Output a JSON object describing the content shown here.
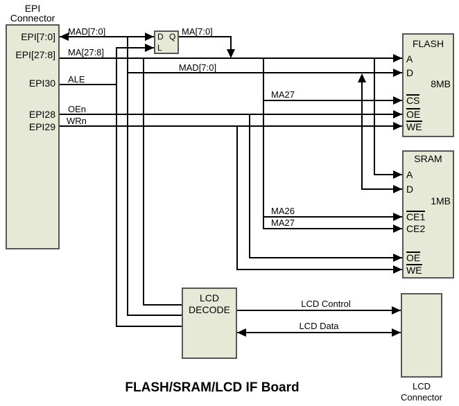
{
  "title": "FLASH/SRAM/LCD IF Board",
  "colors": {
    "box_fill": "#e6e9d6",
    "box_border": "#565656",
    "line": "#000000"
  },
  "epi": {
    "header_line1": "EPI",
    "header_line2": "Connector",
    "pins": {
      "p0": "EPI[7:0]",
      "p1": "EPI[27:8]",
      "p2": "EPI30",
      "p3": "EPI28",
      "p4": "EPI29"
    }
  },
  "latch": {
    "d": "D",
    "q": "Q",
    "l": "L"
  },
  "flash": {
    "title": "FLASH",
    "size": "8MB",
    "pins": {
      "a": "A",
      "d": "D",
      "cs": "CS",
      "oe": "OE",
      "we": "WE"
    }
  },
  "sram": {
    "title": "SRAM",
    "size": "1MB",
    "pins": {
      "a": "A",
      "d": "D",
      "ce1": "CE1",
      "ce2": "CE2",
      "oe": "OE",
      "we": "WE"
    }
  },
  "lcd_decode": {
    "line1": "LCD",
    "line2": "DECODE"
  },
  "lcd_connector": {
    "line1": "LCD",
    "line2": "Connector"
  },
  "signals": {
    "mad_bus": "MAD[7:0]",
    "ma_bus": "MA[27:8]",
    "ma_low": "MA[7:0]",
    "mad_lower": "MAD[7:0]",
    "ale": "ALE",
    "oen": "OEn",
    "wrn": "WRn",
    "ma27_cs": "MA27",
    "ma26_ce1": "MA26",
    "ma27_ce2": "MA27",
    "lcd_control": "LCD Control",
    "lcd_data": "LCD Data"
  }
}
